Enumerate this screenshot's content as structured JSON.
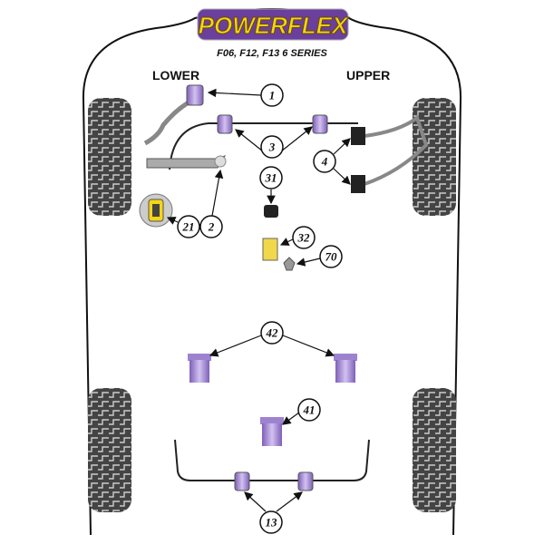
{
  "brand": "POWERFLEX",
  "model": "F06, F12, F13 6 SERIES",
  "labels": {
    "lower": "LOWER",
    "upper": "UPPER"
  },
  "callouts": {
    "c1": "1",
    "c2": "2",
    "c3": "3",
    "c4": "4",
    "c13": "13",
    "c21": "21",
    "c31": "31",
    "c32": "32",
    "c41": "41",
    "c42": "42",
    "c70": "70"
  },
  "colors": {
    "bush_purple": "#b39ddb",
    "logo_yellow": "#f5d515",
    "logo_purple": "#6a3f9e"
  }
}
